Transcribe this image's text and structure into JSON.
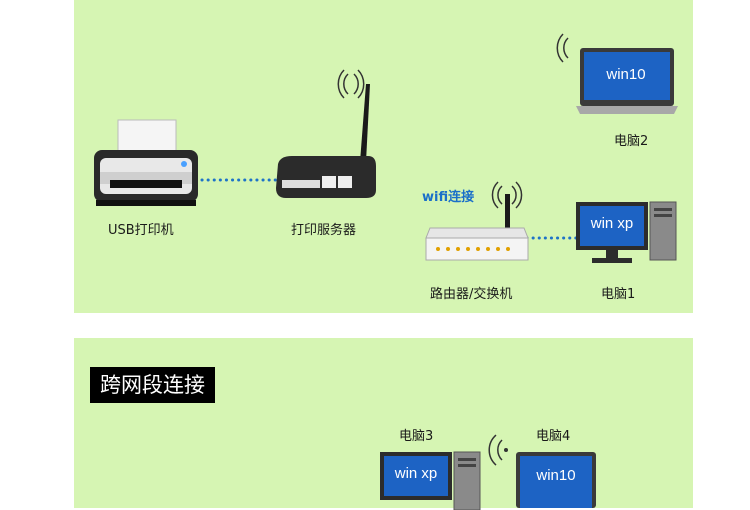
{
  "top": {
    "printer_label": "USB打印机",
    "print_server_label": "打印服务器",
    "router_label": "路由器/交换机",
    "wifi_label": "wifi连接",
    "pc1_label": "电脑1",
    "pc2_label": "电脑2",
    "pc1_os": "win xp",
    "pc2_os": "win10"
  },
  "bottom": {
    "title": "跨网段连接",
    "pc3_label": "电脑3",
    "pc4_label": "电脑4",
    "pc3_os": "win xp",
    "pc4_os": "win10"
  },
  "colors": {
    "panel_bg": "#d6f5b3",
    "link_dots": "#1e73c8",
    "wifi_text": "#1a6fc9",
    "screen_blue": "#1d63c4"
  }
}
